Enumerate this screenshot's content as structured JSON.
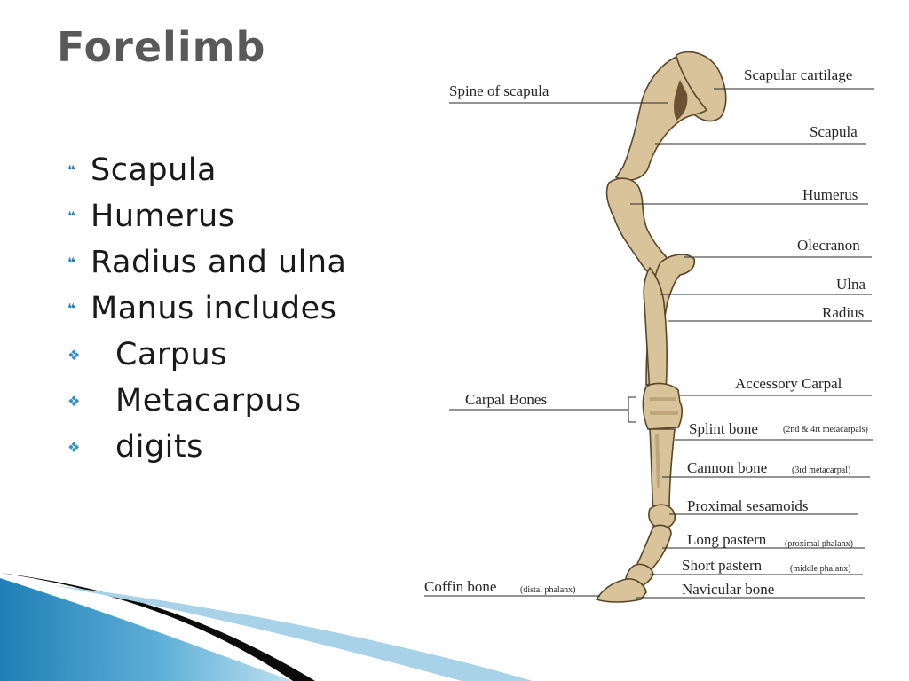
{
  "slide": {
    "title": "Forelimb",
    "bullets": [
      {
        "marker": "❝",
        "text": "Scapula"
      },
      {
        "marker": "❝",
        "text": "Humerus"
      },
      {
        "marker": "❝",
        "text": "Radius and ulna"
      },
      {
        "marker": "❝",
        "text": "Manus includes"
      }
    ],
    "sub_bullets": [
      {
        "marker": "❖",
        "text": "Carpus"
      },
      {
        "marker": "❖",
        "text": "Metacarpus"
      },
      {
        "marker": "❖",
        "text": "digits"
      }
    ]
  },
  "diagram": {
    "labels": {
      "spine_of_scapula": "Spine of scapula",
      "scapular_cartilage": "Scapular cartilage",
      "scapula": "Scapula",
      "humerus": "Humerus",
      "olecranon": "Olecranon",
      "ulna": "Ulna",
      "radius": "Radius",
      "accessory_carpal": "Accessory Carpal",
      "carpal_bones": "Carpal Bones",
      "splint_bone": "Splint bone",
      "splint_bone_note": "(2nd & 4rt metacarpals)",
      "cannon_bone": "Cannon bone",
      "cannon_bone_note": "(3rd metacarpal)",
      "proximal_sesamoids": "Proximal sesamoids",
      "long_pastern": "Long pastern",
      "long_pastern_note": "(proximal phalanx)",
      "short_pastern": "Short pastern",
      "short_pastern_note": "(middle phalanx)",
      "coffin_bone": "Coffin bone",
      "coffin_bone_note": "(distal phalanx)",
      "navicular_bone": "Navicular bone"
    }
  },
  "colors": {
    "title": "#595959",
    "bullet_marker": "#2f7fb0",
    "bone": "#d8c39a",
    "swoosh_dark": "#0b0b0b",
    "swoosh_blue": "#2e8fc0",
    "swoosh_light": "#a8d2e8"
  }
}
